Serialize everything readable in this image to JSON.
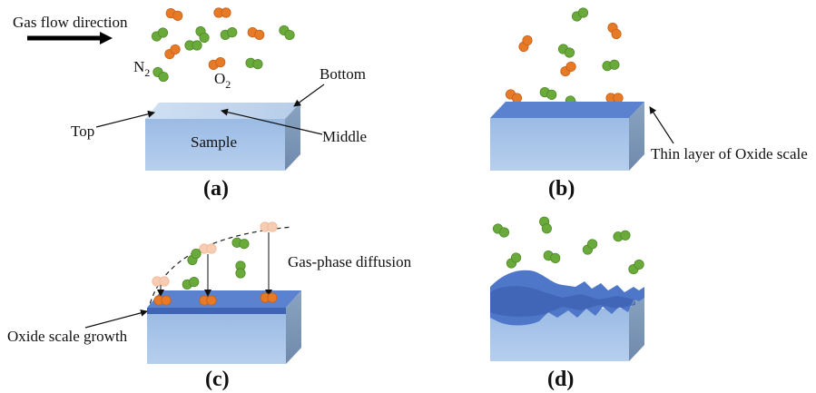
{
  "panel_a": {
    "gas_flow_label": "Gas flow direction",
    "n2_label": "N",
    "n2_sub": "2",
    "o2_label": "O",
    "o2_sub": "2",
    "top_label": "Top",
    "middle_label": "Middle",
    "bottom_label": "Bottom",
    "sample_label": "Sample",
    "caption": "(a)"
  },
  "panel_b": {
    "oxide_label": "Thin layer of Oxide scale",
    "caption": "(b)"
  },
  "panel_c": {
    "diffusion_label": "Gas-phase diffusion",
    "growth_label": "Oxide scale growth",
    "caption": "(c)"
  },
  "panel_d": {
    "caption": "(d)"
  },
  "colors": {
    "n2": "#6aaa3a",
    "o2": "#e67a26",
    "o2_faded": "#f6cdb3",
    "block_front": "#a4c2e6",
    "block_top": "#c5d9f0",
    "block_side": "#7f99b8",
    "oxide": "#4f77c9"
  }
}
